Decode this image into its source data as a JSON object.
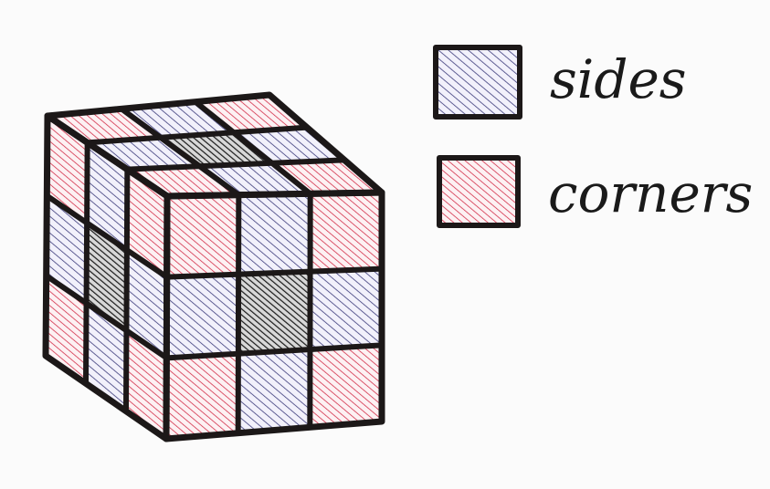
{
  "legend": {
    "items": [
      {
        "label": "sides",
        "color": "#3b3a7a"
      },
      {
        "label": "corners",
        "color": "#d0233f"
      }
    ]
  },
  "colors": {
    "sides": "#3b3a7a",
    "corners": "#d0233f",
    "centers": "#1a1a1a",
    "outline": "#1c1818",
    "paper": "#fbfbfb"
  },
  "cube": {
    "faces": {
      "front": [
        [
          "corners",
          "sides",
          "corners"
        ],
        [
          "sides",
          "centers",
          "sides"
        ],
        [
          "corners",
          "sides",
          "corners"
        ]
      ],
      "left": [
        [
          "corners",
          "sides",
          "corners"
        ],
        [
          "sides",
          "centers",
          "sides"
        ],
        [
          "corners",
          "sides",
          "corners"
        ]
      ],
      "top": [
        [
          "corners",
          "sides",
          "corners"
        ],
        [
          "sides",
          "centers",
          "sides"
        ],
        [
          "corners",
          "sides",
          "corners"
        ]
      ]
    }
  }
}
